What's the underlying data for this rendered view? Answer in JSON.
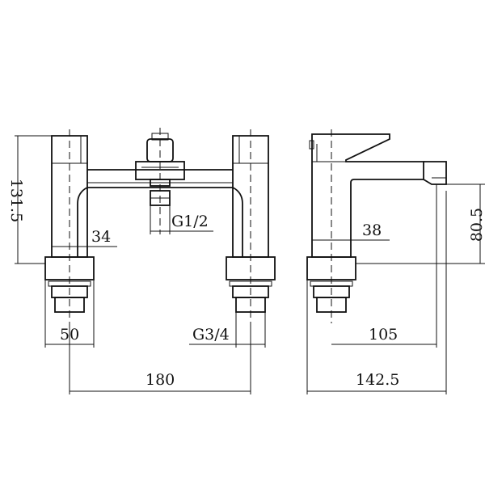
{
  "drawing": {
    "front_view": {
      "dim_overall_height": "131.5",
      "dim_body_width": "34",
      "dim_thread_outlet": "G1/2",
      "dim_base_width": "50",
      "dim_thread_inlet": "G3/4",
      "dim_centres": "180"
    },
    "side_view": {
      "dim_spout_height": "80.5",
      "dim_body_width": "38",
      "dim_spout_reach": "105",
      "dim_total_depth": "142.5"
    }
  }
}
